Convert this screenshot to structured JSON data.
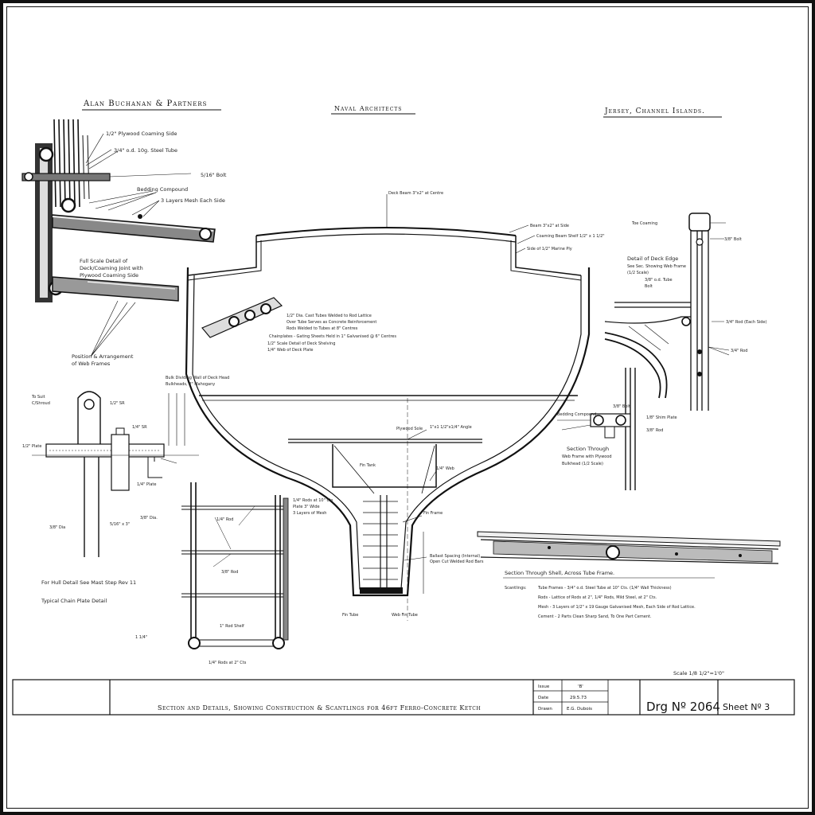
{
  "header": {
    "firm": "Alan Buchanan & Partners",
    "profession": "Naval Architects",
    "location": "Jersey, Channel Islands."
  },
  "hull_notes": {
    "deck_beam": "Deck Beam 3\"x2\" at Centre",
    "beam_clamp": "Beam 3\"x2\" at Side",
    "coaming": "Coaming Beam Shelf 1/2\" x 1 1/2\"",
    "ply_sole": "Side of 1/2\" Marine Ply",
    "stringer_1": "1/2\" Dia. Cast Tubes Welded to Rod Lattice",
    "stringer_2": "Over Tube Serves as Concrete Reinforcement",
    "stringer_3": "Rods Welded to Tubes at 8\" Centres",
    "stringer_4": "Chainplates - Gating Sheets Held in 1\" Galvanised @ 6\" Centres",
    "stringer_5": "1/2\" Scale Detail of Deck Shelving",
    "stringer_6": "1/4\" Web of Deck Plate",
    "floor_note_1": "Bulk Dividing Wall of Deck Head",
    "floor_note_2": "Bulkheads, 4\" Mahogany",
    "plywood_sole": "Plywood Sole",
    "angle": "1\"x1 1/2\"x1/4\" Angle",
    "web": "1/4\" Web",
    "fin_frame": "Fin Frame",
    "tank": "Fin Tank",
    "ballast_1": "Ballast Spacing (Internal)",
    "ballast_2": "Open Cut Welded Rod Bars",
    "fin_tube_l": "Fin Tube",
    "fin_tube_r": "Web Fin Tube"
  },
  "detail_top_left": {
    "n1": "1/2\" Plywood Coaming Side",
    "n2": "3/4\" o.d. 10g. Steel Tube",
    "n3": "5/16\" Bolt",
    "n4": "Bedding Compound",
    "n5": "3 Layers Mesh Each Side",
    "label_1": "Full Scale Detail of",
    "label_2": "Deck/Coaming Joint with",
    "label_3": "Plywood Coaming Side",
    "bottom_1": "Position & Arrangement",
    "bottom_2": "of Web Frames"
  },
  "detail_chainplate": {
    "to_suit": "To Suit",
    "shroud": "C/Shroud",
    "dim_1": "1/2\" SR",
    "dim_2": "1/4\" SR",
    "dim_3": "1/2\" Plate",
    "dim_4": "1/4\" Plate",
    "dim_5": "5/16\" x 3\"",
    "dim_6": "3/8\" Dia",
    "bolt": "3/8\" Dia.",
    "caption_1": "For Hull Detail See Mast Step Rev 11",
    "caption_2": "Typical Chain Plate Detail"
  },
  "detail_web_frame": {
    "n1": "1/4\" Rods at 10\" Cts",
    "n2": "Plate 3\" Wide",
    "n3": "3 Layers of Mesh",
    "n4": "1/4\" Rod",
    "n5": "3/8\" Rod",
    "n6": "1\" Rod Shelf",
    "n7": "1/4\" Rods at 2\" Cts",
    "dim": "1 1/4\""
  },
  "detail_deck_edge": {
    "coaming": "Toe Coaming",
    "bolt": "3/8\" Bolt",
    "title_1": "Detail of Deck Edge",
    "title_2": "See Sec. Showing Web Frame",
    "scale": "(1/2 Scale)",
    "n1": "3/8\" o.d. Tube",
    "n2": "Bolt",
    "n3": "3/4\" Rod (Each Side)",
    "n4": "3/4\" Rod"
  },
  "detail_section": {
    "t1": "3/8\" Bolt",
    "t2": "Bedding Compound",
    "t3": "1/8\" Shim Plate",
    "t4": "3/8\" Rod",
    "title_1": "Section Through",
    "title_2": "Web Frame with Plywood",
    "title_3": "Bulkhead (1/2 Scale)"
  },
  "shell_section": {
    "title": "Section Through Shell, Across Tube Frame.",
    "scantlings": "Scantlings:",
    "tube_frames": "Tube Frames - 3/4\" o.d. Steel Tube at 10\" Cts. (1/4\" Wall Thickness)",
    "rods": "Rods - Lattice of Rods at 2\", 1/4\" Rods, Mild Steel, at 2\" Cts.",
    "mesh": "Mesh - 3 Layers of 1/2\" x 19 Gauge Galvanised Mesh, Each Side of Rod Lattice.",
    "cement": "Cement - 2 Parts Clean Sharp Sand, To One Part Cement."
  },
  "scale_note": "Scale 1/8 1/2\"=1'0\"",
  "title_block": {
    "title": "Section and Details, Showing Construction & Scantlings for 46ft Ferro-Concrete Ketch",
    "issue_label": "Issue",
    "issue_value": "'B'",
    "date_label": "Date",
    "date_value": "29.5.73",
    "drawn_label": "Drawn",
    "drawn_value": "E.G. Dubois",
    "drawing_no": "Drg Nº 2064",
    "sheet_no": "Sheet Nº 3"
  }
}
